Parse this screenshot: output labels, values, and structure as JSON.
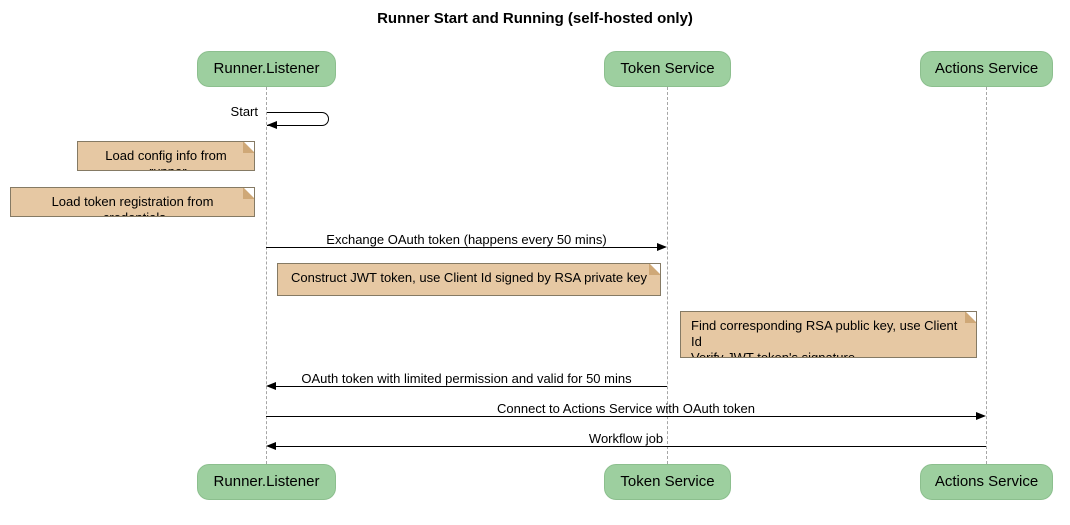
{
  "title": "Runner Start and Running (self-hosted only)",
  "participants": [
    {
      "name": "Runner.Listener"
    },
    {
      "name": "Token Service"
    },
    {
      "name": "Actions Service"
    }
  ],
  "self_message": {
    "label": "Start",
    "on": "Runner.Listener"
  },
  "notes": [
    {
      "text": "Load config info from .runner",
      "over": "Runner.Listener"
    },
    {
      "text": "Load token registration from .credentials",
      "over": "Runner.Listener"
    },
    {
      "text": "Construct JWT token, use Client Id signed by RSA private key",
      "over": "Runner.Listener,Token Service"
    },
    {
      "lines": [
        "Find corresponding RSA public key, use Client Id",
        "Verify JWT token's signature"
      ],
      "over": "Actions Service"
    }
  ],
  "arrows": [
    {
      "label": "Exchange OAuth token (happens every 50 mins)",
      "from": "Runner.Listener",
      "to": "Token Service",
      "direction": "right"
    },
    {
      "label": "OAuth token with limited permission and valid for 50 mins",
      "from": "Token Service",
      "to": "Runner.Listener",
      "direction": "left"
    },
    {
      "label": "Connect to Actions Service with OAuth token",
      "from": "Runner.Listener",
      "to": "Actions Service",
      "direction": "right"
    },
    {
      "label": "Workflow job",
      "from": "Actions Service",
      "to": "Runner.Listener",
      "direction": "left"
    }
  ],
  "colors": {
    "participant_fill": "#9dcf9f",
    "participant_border": "#8cbf8e",
    "note_fill": "#e6c8a3",
    "note_border": "#857a64",
    "lifeline": "#a6a6a6",
    "message_line": "#000000",
    "background": "#ffffff"
  }
}
